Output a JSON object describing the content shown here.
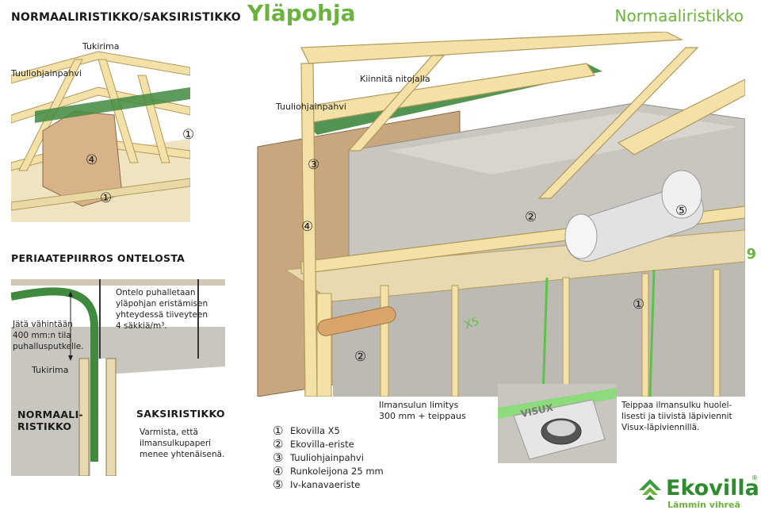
{
  "header": {
    "left_title": "NORMAALIRISTIKKO/SAKSIRISTIKKO",
    "main_title": "Yläpohja",
    "right_title": "Normaaliristikko"
  },
  "left_diagram": {
    "labels": {
      "tukirima": "Tukirima",
      "tuuliohjainpahvi": "Tuuliohjainpahvi",
      "num4": "④",
      "num1": "①"
    },
    "caption": "PERIAATEPIIRROS ONTELOSTA"
  },
  "main_diagram": {
    "labels": {
      "kiinnita": "Kiinnitä nitojalla",
      "tuuliohjainpahvi": "Tuuliohjainpahvi",
      "num1_top": "①",
      "num3": "③",
      "num4": "④",
      "num2_top": "②",
      "num5": "⑤",
      "num1_right": "①",
      "x5": "X5",
      "num2_bottom": "②"
    }
  },
  "page_number": "9",
  "section_diagram": {
    "note_space": "Jätä vähintään\n400 mm:n tila\npuhallusputkelle.",
    "note_blow": "Ontelo puhalletaan\nyläpohjan eristämisen\nyhteydessä tiiveyteen\n4 säkkiä/m³.",
    "tukirima": "Tukirima",
    "normaali": "NORMAALI-\nRISTIKKO",
    "saksi": "SAKSIRISTIKKO",
    "saksi_note": "Varmista, että\nilmansulkupaperi\nmenee yhtenäisenä."
  },
  "legend": {
    "overlap_note": "Ilmansulun limitys\n300 mm + teippaus",
    "items": [
      {
        "num": "①",
        "label": "Ekovilla X5"
      },
      {
        "num": "②",
        "label": "Ekovilla-eriste"
      },
      {
        "num": "③",
        "label": "Tuuliohjainpahvi"
      },
      {
        "num": "④",
        "label": "Runkoleijona 25 mm"
      },
      {
        "num": "⑤",
        "label": "Iv-kanavaeriste"
      }
    ]
  },
  "visux": {
    "plate_text": "VISUX",
    "note": "Teippaa ilmansulku huolel-\nlisesti ja tiivistä läpiviennit\nVisux-läpiviennillä."
  },
  "logo": {
    "name": "Ekovilla",
    "registered": "®",
    "tagline": "Lämmin vihreä"
  },
  "colors": {
    "brand_green": "#6bb33d",
    "wood": "#f3e1a8",
    "insulation": "#c9c6c0",
    "wind_guide": "#3f8a3f"
  }
}
